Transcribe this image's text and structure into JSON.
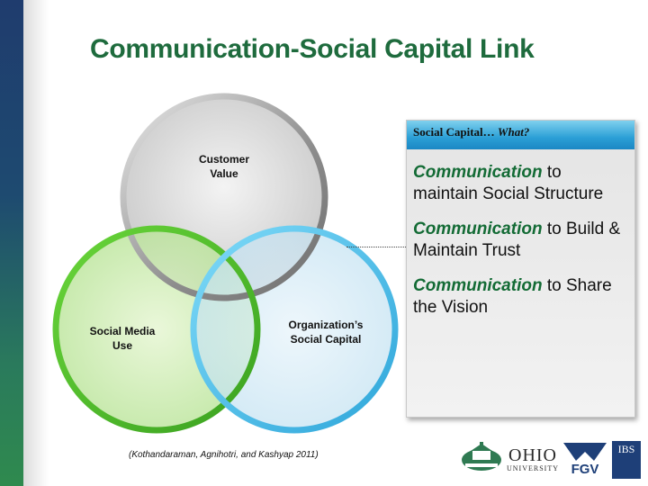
{
  "slide": {
    "title": "Communication-Social Capital Link"
  },
  "venn": {
    "circles": [
      {
        "label_line1": "Customer",
        "label_line2": "Value"
      },
      {
        "label_line1": "Social Media",
        "label_line2": "Use"
      },
      {
        "label_line1": "Organization’s",
        "label_line2": "Social Capital"
      }
    ]
  },
  "panel": {
    "header_prefix": "Social Capital… ",
    "header_emphasis": "What?",
    "bullets": [
      {
        "keyword": "Communication",
        "rest": " to maintain Social Structure"
      },
      {
        "keyword": "Communication",
        "rest": " to Build & Maintain Trust"
      },
      {
        "keyword": "Communication",
        "rest": " to Share the Vision"
      }
    ]
  },
  "citation": "(Kothandaraman, Agnihotri, and Kashyap 2011)",
  "logos": {
    "ohio_line1": "OHIO",
    "ohio_line2": "UNIVERSITY",
    "fgv": "FGV",
    "ibs": "IBS"
  },
  "colors": {
    "title": "#1e6b3d",
    "keyword": "#136b35",
    "header_blue": "#2b9fd6"
  }
}
